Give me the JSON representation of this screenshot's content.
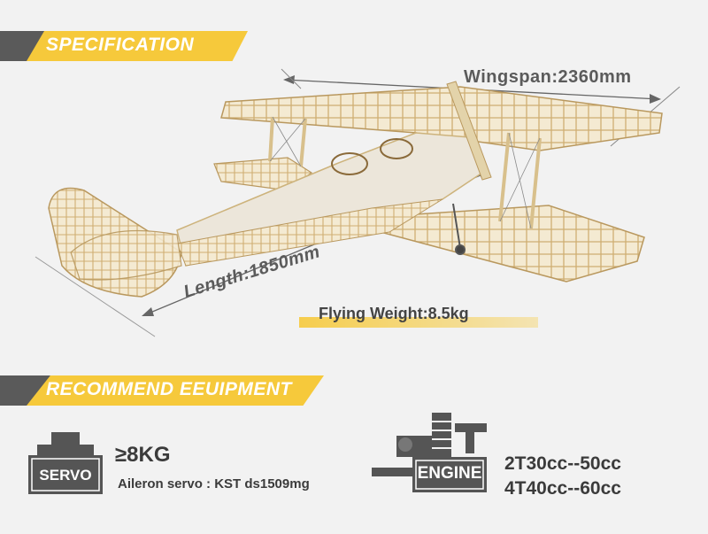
{
  "sections": {
    "specification_title": "SPECIFICATION",
    "recommend_title": "RECOMMEND EEUIPMENT"
  },
  "dimensions": {
    "wingspan": "Wingspan:2360mm",
    "length": "Length:1850mm",
    "weight": "Flying Weight:8.5kg"
  },
  "servo": {
    "icon_label": "SERVO",
    "spec": "≥8KG",
    "model": "Aileron servo : KST ds1509mg"
  },
  "engine": {
    "icon_label": "ENGINE",
    "specs": [
      "2T30cc--50cc",
      "4T40cc--60cc"
    ]
  },
  "colors": {
    "accent_yellow": "#f6c93b",
    "dark_gray": "#5a5a5a",
    "balsa": "#e9d7b0"
  }
}
